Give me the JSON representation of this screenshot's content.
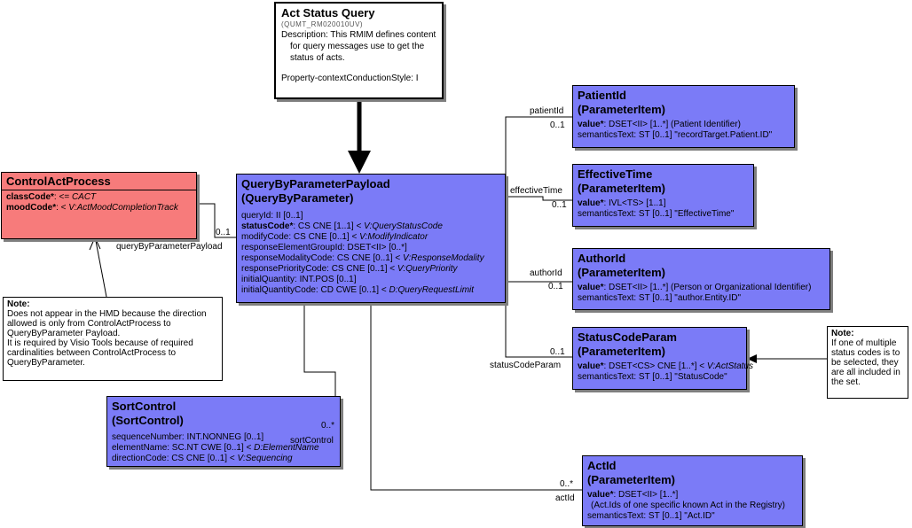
{
  "actStatusQuery": {
    "title": "Act Status Query",
    "id": "(QUMT_RM020010UV)",
    "desc1": "Description: This RMIM defines content",
    "desc2": "for query messages use to get the",
    "desc3": "status of acts.",
    "prop": "Property-contextConductionStyle: I"
  },
  "controlAct": {
    "title": "ControlActProcess",
    "a1_name": "classCode*",
    "a1_rest": ": <= ",
    "a1_vocab": "CACT",
    "a2_name": "moodCode*",
    "a2_rest": ": < ",
    "a2_vocab": "V:ActMoodCompletionTrack"
  },
  "payload": {
    "title1": "QueryByParameterPayload",
    "title2": "(QueryByParameter)",
    "queryId": "queryId: II [0..1]",
    "statusCode_name": "statusCode*",
    "statusCode_rest": ": CS CNE [1..1] < ",
    "statusCode_vocab": "V:QueryStatusCode",
    "modifyCode_rest": "modifyCode: CS CNE [0..1] < ",
    "modifyCode_vocab": "V:ModifyIndicator",
    "responseElementGroupId": "responseElementGroupId: DSET<II> [0..*]",
    "responseModality_rest": "responseModalityCode: CS CNE [0..1] < ",
    "responseModality_vocab": "V:ResponseModality",
    "responsePriority_rest": "responsePriorityCode: CS CNE [0..1] < ",
    "responsePriority_vocab": "V:QueryPriority",
    "initialQuantity": "initialQuantity: INT.POS [0..1]",
    "initialQuantityCode_rest": "initialQuantityCode: CD CWE [0..1] < ",
    "initialQuantityCode_vocab": "D:QueryRequestLimit"
  },
  "patientId": {
    "title1": "PatientId",
    "title2": "(ParameterItem)",
    "v_name": "value*",
    "v_rest": ": DSET<II> [1..*] (Patient Identifier)",
    "s": "semanticsText: ST [0..1] \"recordTarget.Patient.ID\""
  },
  "effectiveTime": {
    "title1": "EffectiveTime",
    "title2": "(ParameterItem)",
    "v_name": "value*",
    "v_rest": ": IVL<TS> [1..1]",
    "s": "semanticsText: ST [0..1] \"EffectiveTime\""
  },
  "authorId": {
    "title1": "AuthorId",
    "title2": "(ParameterItem)",
    "v_name": "value*",
    "v_rest": ": DSET<II> [1..*] (Person or Organizational Identifier)",
    "s": "semanticsText: ST [0..1] \"author.Entity.ID\""
  },
  "statusCodeParam": {
    "title1": "StatusCodeParam",
    "title2": "(ParameterItem)",
    "v_name": "value*",
    "v_rest": ": DSET<CS> CNE [1..*] < ",
    "v_vocab": "V:ActStatus",
    "s": "semanticsText: ST [0..1] \"StatusCode\""
  },
  "actId": {
    "title1": "ActId",
    "title2": "(ParameterItem)",
    "v_name": "value*",
    "v_rest": ": DSET<II> [1..*]",
    "v2": "(Act.Ids of one specific known Act in the Registry)",
    "s": "semanticsText: ST [0..1] \"Act.ID\""
  },
  "sortControl": {
    "title1": "SortControl",
    "title2": "(SortControl)",
    "a1": "sequenceNumber: INT.NONNEG [0..1]",
    "a2_rest": "elementName: SC.NT CWE [0..1] < ",
    "a2_vocab": "D:ElementName",
    "a3_rest": "directionCode: CS CNE [0..1] < ",
    "a3_vocab": "V:Sequencing"
  },
  "labels": {
    "patientId": "patientId",
    "patientIdCard": "0..1",
    "effectiveTime": "effectiveTime",
    "effectiveTimeCard": "0..1",
    "authorId": "authorId",
    "authorIdCard": "0..1",
    "statusCodeParam": "statusCodeParam",
    "statusCodeParamCard": "0..1",
    "actId": "actId",
    "actIdCard": "0..*",
    "sortControl": "sortControl",
    "sortControlCard": "0..*",
    "queryByParameterPayload": "queryByParameterPayload",
    "qbpCard": "0..1"
  },
  "note1": {
    "head": "Note:",
    "l1": "Does not appear in the HMD because the direction",
    "l2": "allowed is only from ControlActProcess to",
    "l3": "QueryByParameter Payload.",
    "l4": "It is required by Visio Tools because of required",
    "l5": "cardinalities between ControlActProcess to",
    "l6": "QueryByParameter."
  },
  "note2": {
    "head": "Note:",
    "l1": "If one of multiple",
    "l2": "status codes is to",
    "l3": "be selected, they",
    "l4": "are all included in",
    "l5": "the set."
  }
}
